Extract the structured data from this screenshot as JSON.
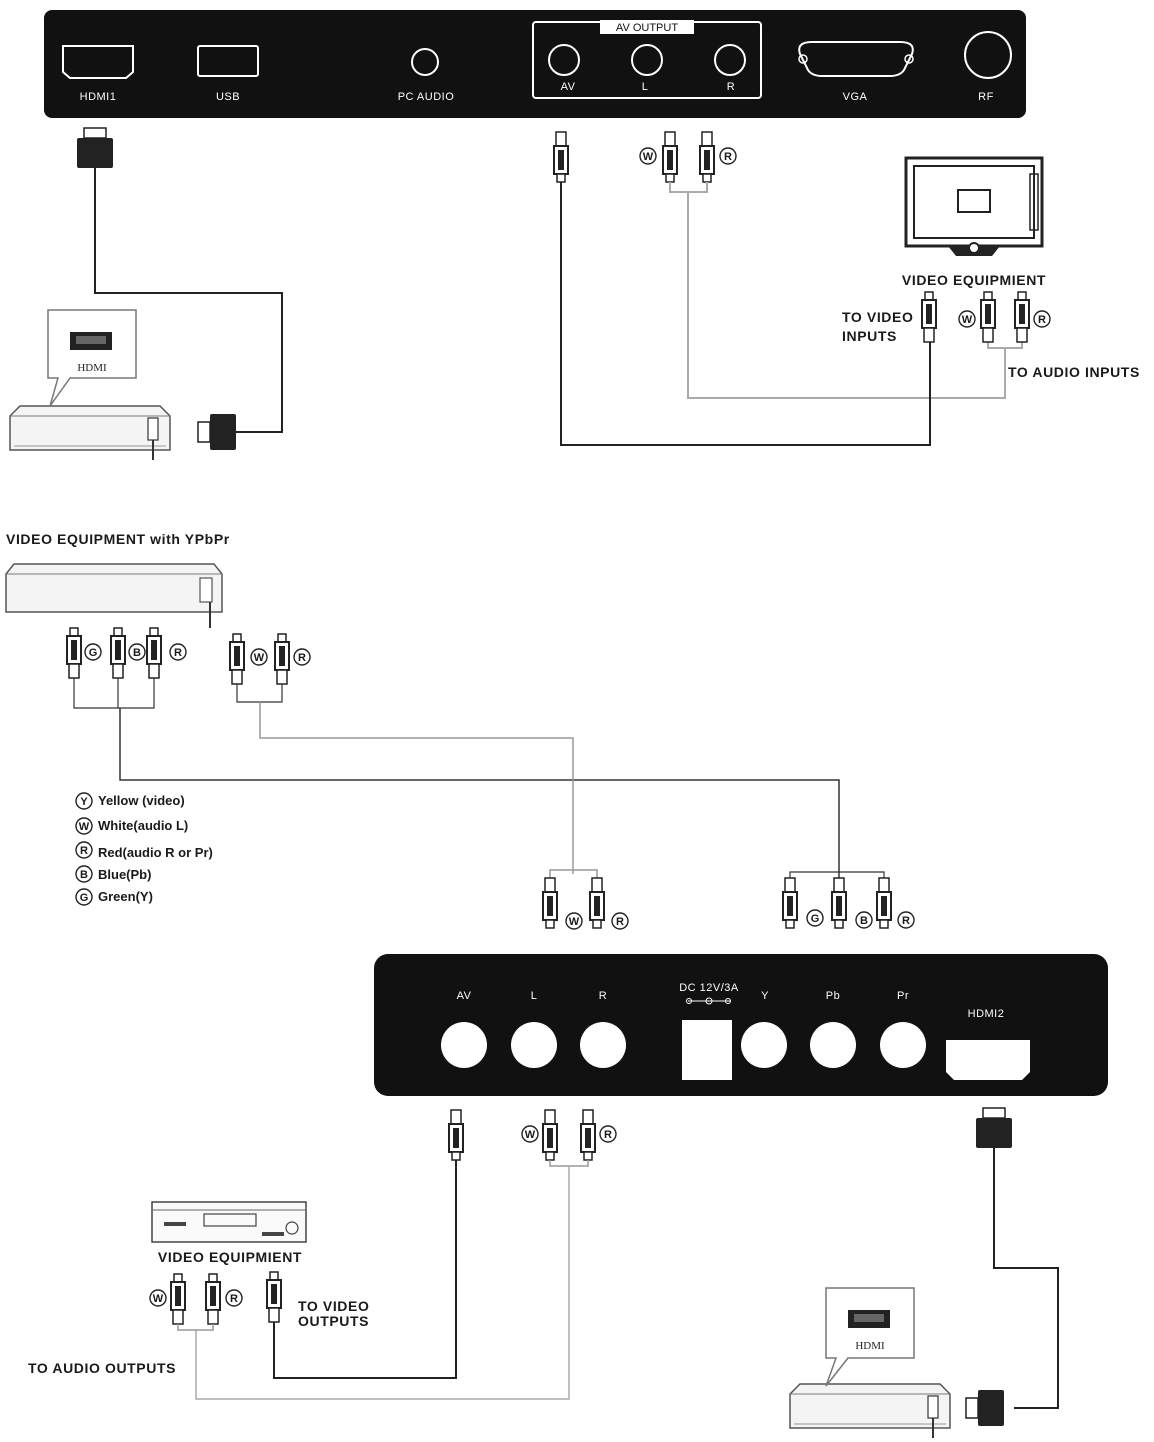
{
  "top_panel": {
    "hdmi1": "HDMI1",
    "usb": "USB",
    "pc_audio": "PC AUDIO",
    "av_output_title": "AV OUTPUT",
    "av": "AV",
    "l": "L",
    "r": "R",
    "vga": "VGA",
    "rf": "RF"
  },
  "top_section": {
    "hdmi_box": "HDMI",
    "video_equipment": "VIDEO EQUIPMIENT",
    "to_video_inputs_1": "TO VIDEO",
    "to_video_inputs_2": "INPUTS",
    "to_audio_inputs": "TO AUDIO INPUTS"
  },
  "ypbpr_section": {
    "title": "VIDEO EQUIPMENT with YPbPr"
  },
  "legend": [
    {
      "letter": "Y",
      "text": "Yellow (video)"
    },
    {
      "letter": "W",
      "text": "White(audio L)"
    },
    {
      "letter": "R",
      "text": "Red(audio R or Pr)"
    },
    {
      "letter": "B",
      "text": "Blue(Pb)"
    },
    {
      "letter": "G",
      "text": "Green(Y)"
    }
  ],
  "badges": {
    "w": "W",
    "r": "R",
    "g": "G",
    "b": "B"
  },
  "bottom_panel": {
    "av": "AV",
    "l": "L",
    "r": "R",
    "dc": "DC 12V/3A",
    "y": "Y",
    "pb": "Pb",
    "pr": "Pr",
    "hdmi2": "HDMI2"
  },
  "bottom_section": {
    "video_equipment": "VIDEO EQUIPMIENT",
    "to_video_outputs_1": "TO VIDEO",
    "to_video_outputs_2": "OUTPUTS",
    "to_audio_outputs": "TO AUDIO OUTPUTS",
    "hdmi_box": "HDMI"
  }
}
